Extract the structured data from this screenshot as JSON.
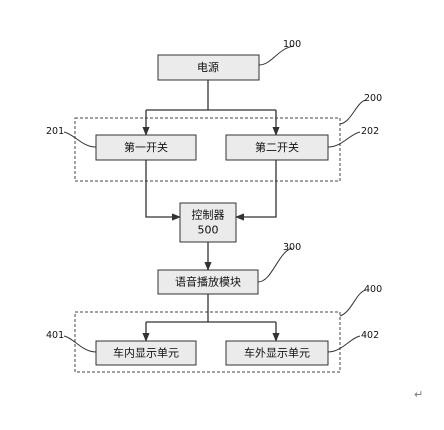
{
  "boxes": {
    "power": "电源",
    "switch1": "第一开关",
    "switch2": "第二开关",
    "controller_line1": "控制器",
    "controller_line2": "500",
    "voice": "语音播放模块",
    "inner_display": "车内显示单元",
    "outer_display": "车外显示单元"
  },
  "refs": {
    "r100": "100",
    "r200": "200",
    "r201": "201",
    "r202": "202",
    "r300": "300",
    "r400": "400",
    "r401": "401",
    "r402": "402"
  },
  "return_mark": "↵"
}
